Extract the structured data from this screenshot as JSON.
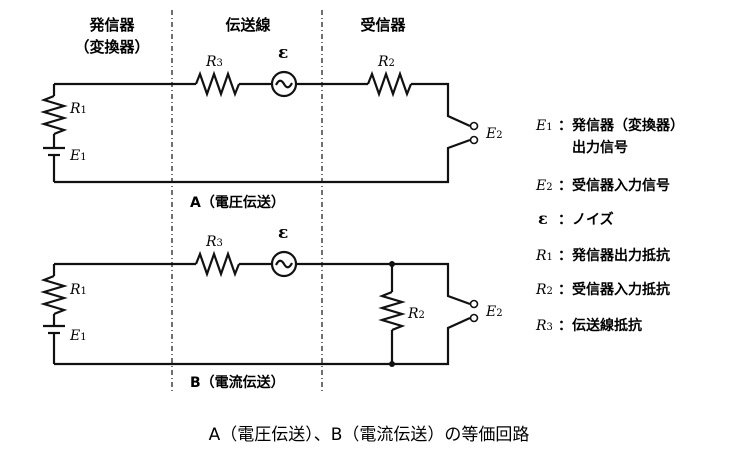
{
  "headers": {
    "sender_line1": "発信器",
    "sender_line2": "（変換器）",
    "line": "伝送線",
    "receiver": "受信器"
  },
  "components": {
    "r1": "R1",
    "e1": "E1",
    "r2": "R2",
    "r3": "R3",
    "noise": "ε",
    "e2": "E2"
  },
  "modes": {
    "a": "A（電圧伝送）",
    "b": "B（電流伝送）"
  },
  "legend": [
    {
      "key": "E1",
      "text": "：発信器（変換器）"
    },
    {
      "key": "",
      "text": "出力信号"
    },
    {
      "key": "E2",
      "text": "：受信器入力信号"
    },
    {
      "key": "ε",
      "text": "：ノイズ"
    },
    {
      "key": "R1",
      "text": "：発信器出力抵抗"
    },
    {
      "key": "R2",
      "text": "：受信器入力抵抗"
    },
    {
      "key": "R3",
      "text": "：伝送線抵抗"
    }
  ],
  "caption": "A（電圧伝送）、B（電流伝送）の等価回路"
}
